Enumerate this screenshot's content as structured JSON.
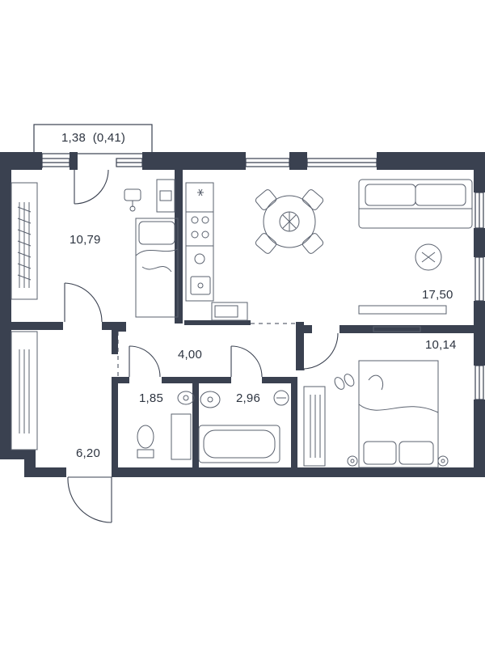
{
  "colors": {
    "wall": "#3a4150",
    "furniture": "#5a616e",
    "background": "#ffffff"
  },
  "areas": {
    "balcony": "1,38  (0,41)",
    "bedroom_left": "10,79",
    "living_kitchen": "17,50",
    "hall": "4,00",
    "entrance": "6,20",
    "wc": "1,85",
    "bathroom": "2,96",
    "bedroom_right": "10,14"
  }
}
